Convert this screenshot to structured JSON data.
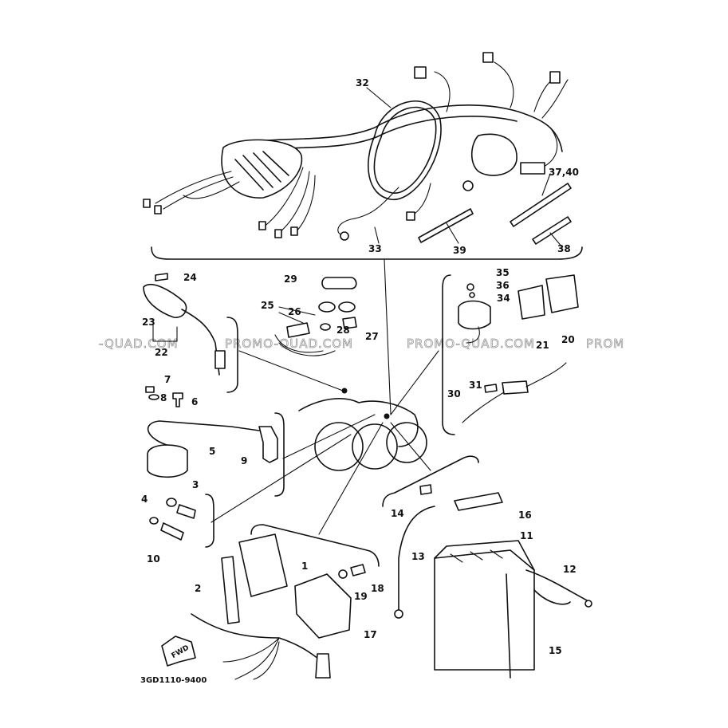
{
  "callouts": {
    "c1": "1",
    "c2": "2",
    "c3": "3",
    "c4": "4",
    "c5": "5",
    "c6": "6",
    "c7": "7",
    "c8": "8",
    "c9": "9",
    "c10": "10",
    "c11": "11",
    "c12": "12",
    "c13": "13",
    "c14": "14",
    "c15": "15",
    "c16": "16",
    "c17": "17",
    "c18": "18",
    "c19": "19",
    "c20": "20",
    "c21": "21",
    "c22": "22",
    "c23": "23",
    "c24": "24",
    "c25": "25",
    "c26": "26",
    "c27": "27",
    "c28": "28",
    "c29": "29",
    "c30": "30",
    "c31": "31",
    "c32": "32",
    "c33": "33",
    "c34": "34",
    "c35": "35",
    "c36": "36",
    "c37_40": "37,40",
    "c38": "38",
    "c39": "39"
  },
  "watermark": {
    "w1": "-QUAD.COM",
    "w2": "PROMO-QUAD.COM",
    "w3": "PROMO-QUAD.COM",
    "w4": "PROM"
  },
  "direction_label": "FWD",
  "diagram_code": "3GD1110-9400"
}
